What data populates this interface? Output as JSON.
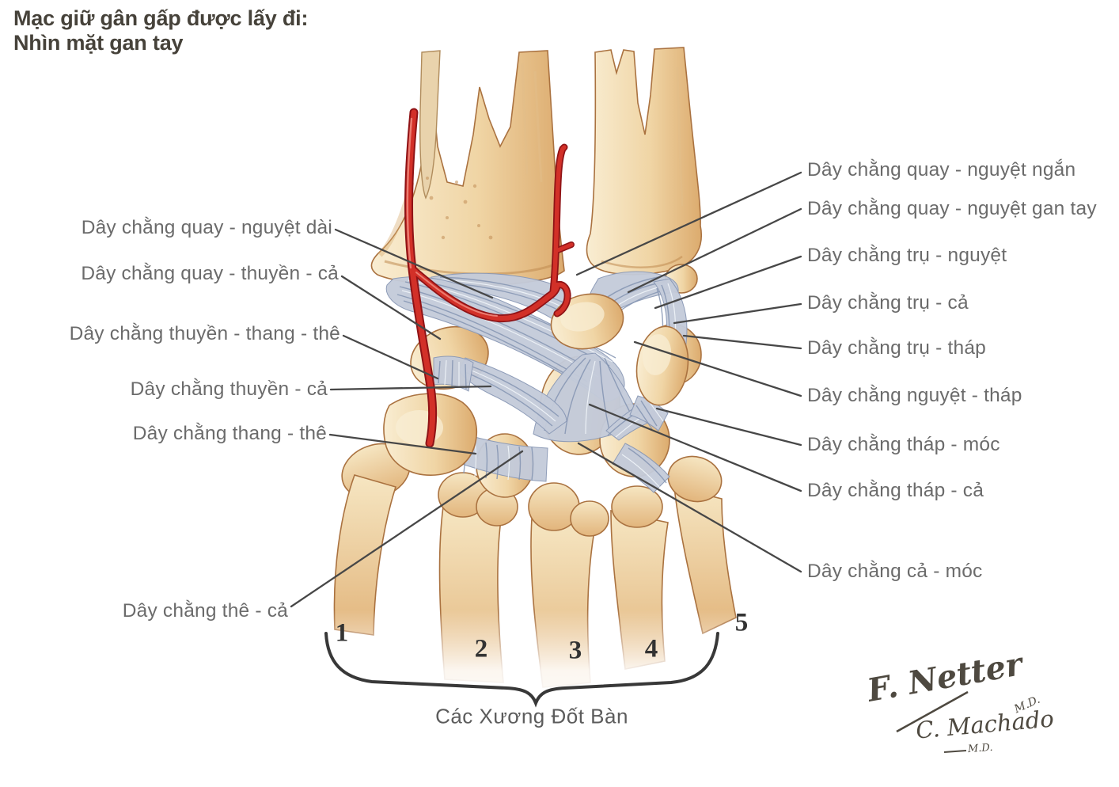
{
  "title": {
    "line1": "Mạc giữ gân gấp được lấy đi:",
    "line2": "Nhìn mặt gan tay"
  },
  "labels": {
    "left": [
      {
        "text": "Dây chằng quay - nguyệt dài"
      },
      {
        "text": "Dây chằng quay - thuyền - cả"
      },
      {
        "text": "Dây chằng thuyền - thang - thê"
      },
      {
        "text": "Dây chằng thuyền - cả"
      },
      {
        "text": "Dây chằng thang - thê"
      },
      {
        "text": "Dây chằng thê - cả"
      }
    ],
    "right": [
      {
        "text": "Dây chằng quay - nguyệt ngắn"
      },
      {
        "text": "Dây chằng quay - nguyệt gan tay"
      },
      {
        "text": "Dây chằng trụ - nguyệt"
      },
      {
        "text": "Dây chằng trụ - cả"
      },
      {
        "text": "Dây chằng trụ - tháp"
      },
      {
        "text": "Dây chằng nguyệt - tháp"
      },
      {
        "text": "Dây chằng tháp - móc"
      },
      {
        "text": "Dây chằng tháp - cả"
      },
      {
        "text": "Dây chằng cả - móc"
      }
    ]
  },
  "metacarpals": {
    "numbers": [
      "1",
      "2",
      "3",
      "4",
      "5"
    ],
    "caption": "Các Xương Đốt Bàn"
  },
  "signatures": {
    "artist1": "F. Netter",
    "artist1_degree": "M.D.",
    "artist2": "C. Machado",
    "artist2_degree": "M.D."
  },
  "colors": {
    "bone": "#f0d5a5",
    "bone_shadow": "#d9a96b",
    "bone_outline": "#aa7240",
    "ligament": "#c4cbda",
    "ligament_fiber": "#8494b2",
    "artery_red": "#d23028",
    "label_text": "#6b6b6b",
    "leader_line": "#474747",
    "title_text": "#46423a"
  }
}
